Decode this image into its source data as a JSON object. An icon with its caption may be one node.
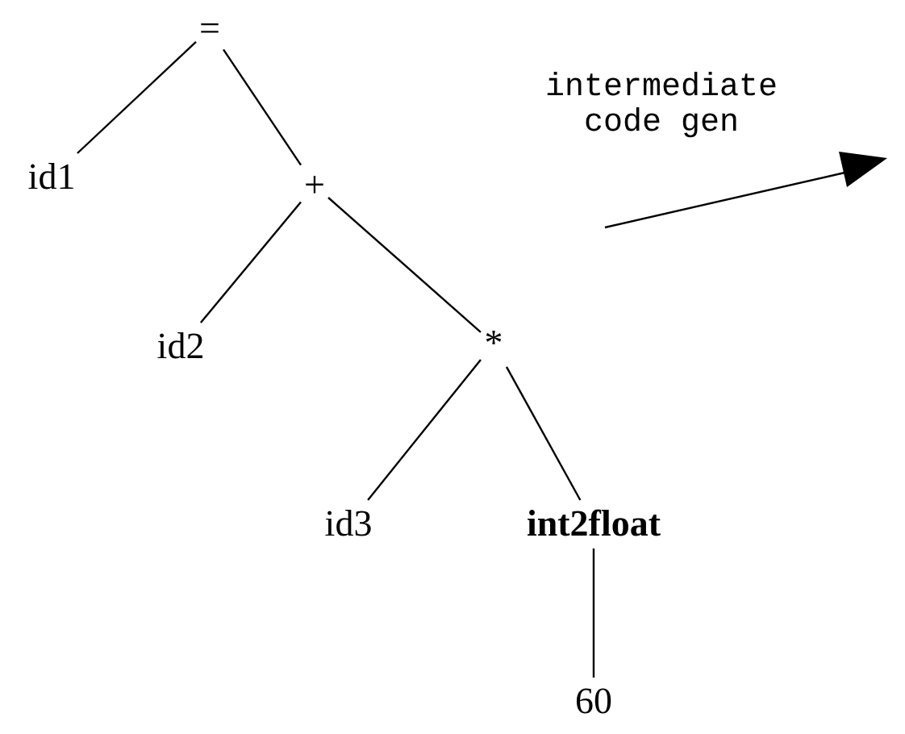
{
  "diagram": {
    "nodes": [
      {
        "text": [
          "="
        ]
      },
      {
        "text": [
          "id1"
        ]
      },
      {
        "text": [
          "+"
        ]
      },
      {
        "text": [
          "id2"
        ]
      },
      {
        "text": [
          "*"
        ]
      },
      {
        "text": [
          "id3"
        ]
      },
      {
        "text": [
          "int2float"
        ]
      },
      {
        "text": [
          "60"
        ]
      }
    ],
    "edges": [
      {
        "from": 0,
        "to": 1,
        "arrow": "none"
      },
      {
        "from": 0,
        "to": 2,
        "arrow": "none"
      },
      {
        "from": 2,
        "to": 3,
        "arrow": "none"
      },
      {
        "from": 2,
        "to": 4,
        "arrow": "none"
      },
      {
        "from": 4,
        "to": 5,
        "arrow": "none"
      },
      {
        "from": 4,
        "to": 6,
        "arrow": "none"
      },
      {
        "from": 6,
        "to": 7,
        "arrow": "none"
      }
    ],
    "labels": [
      "intermediate code gen"
    ]
  }
}
